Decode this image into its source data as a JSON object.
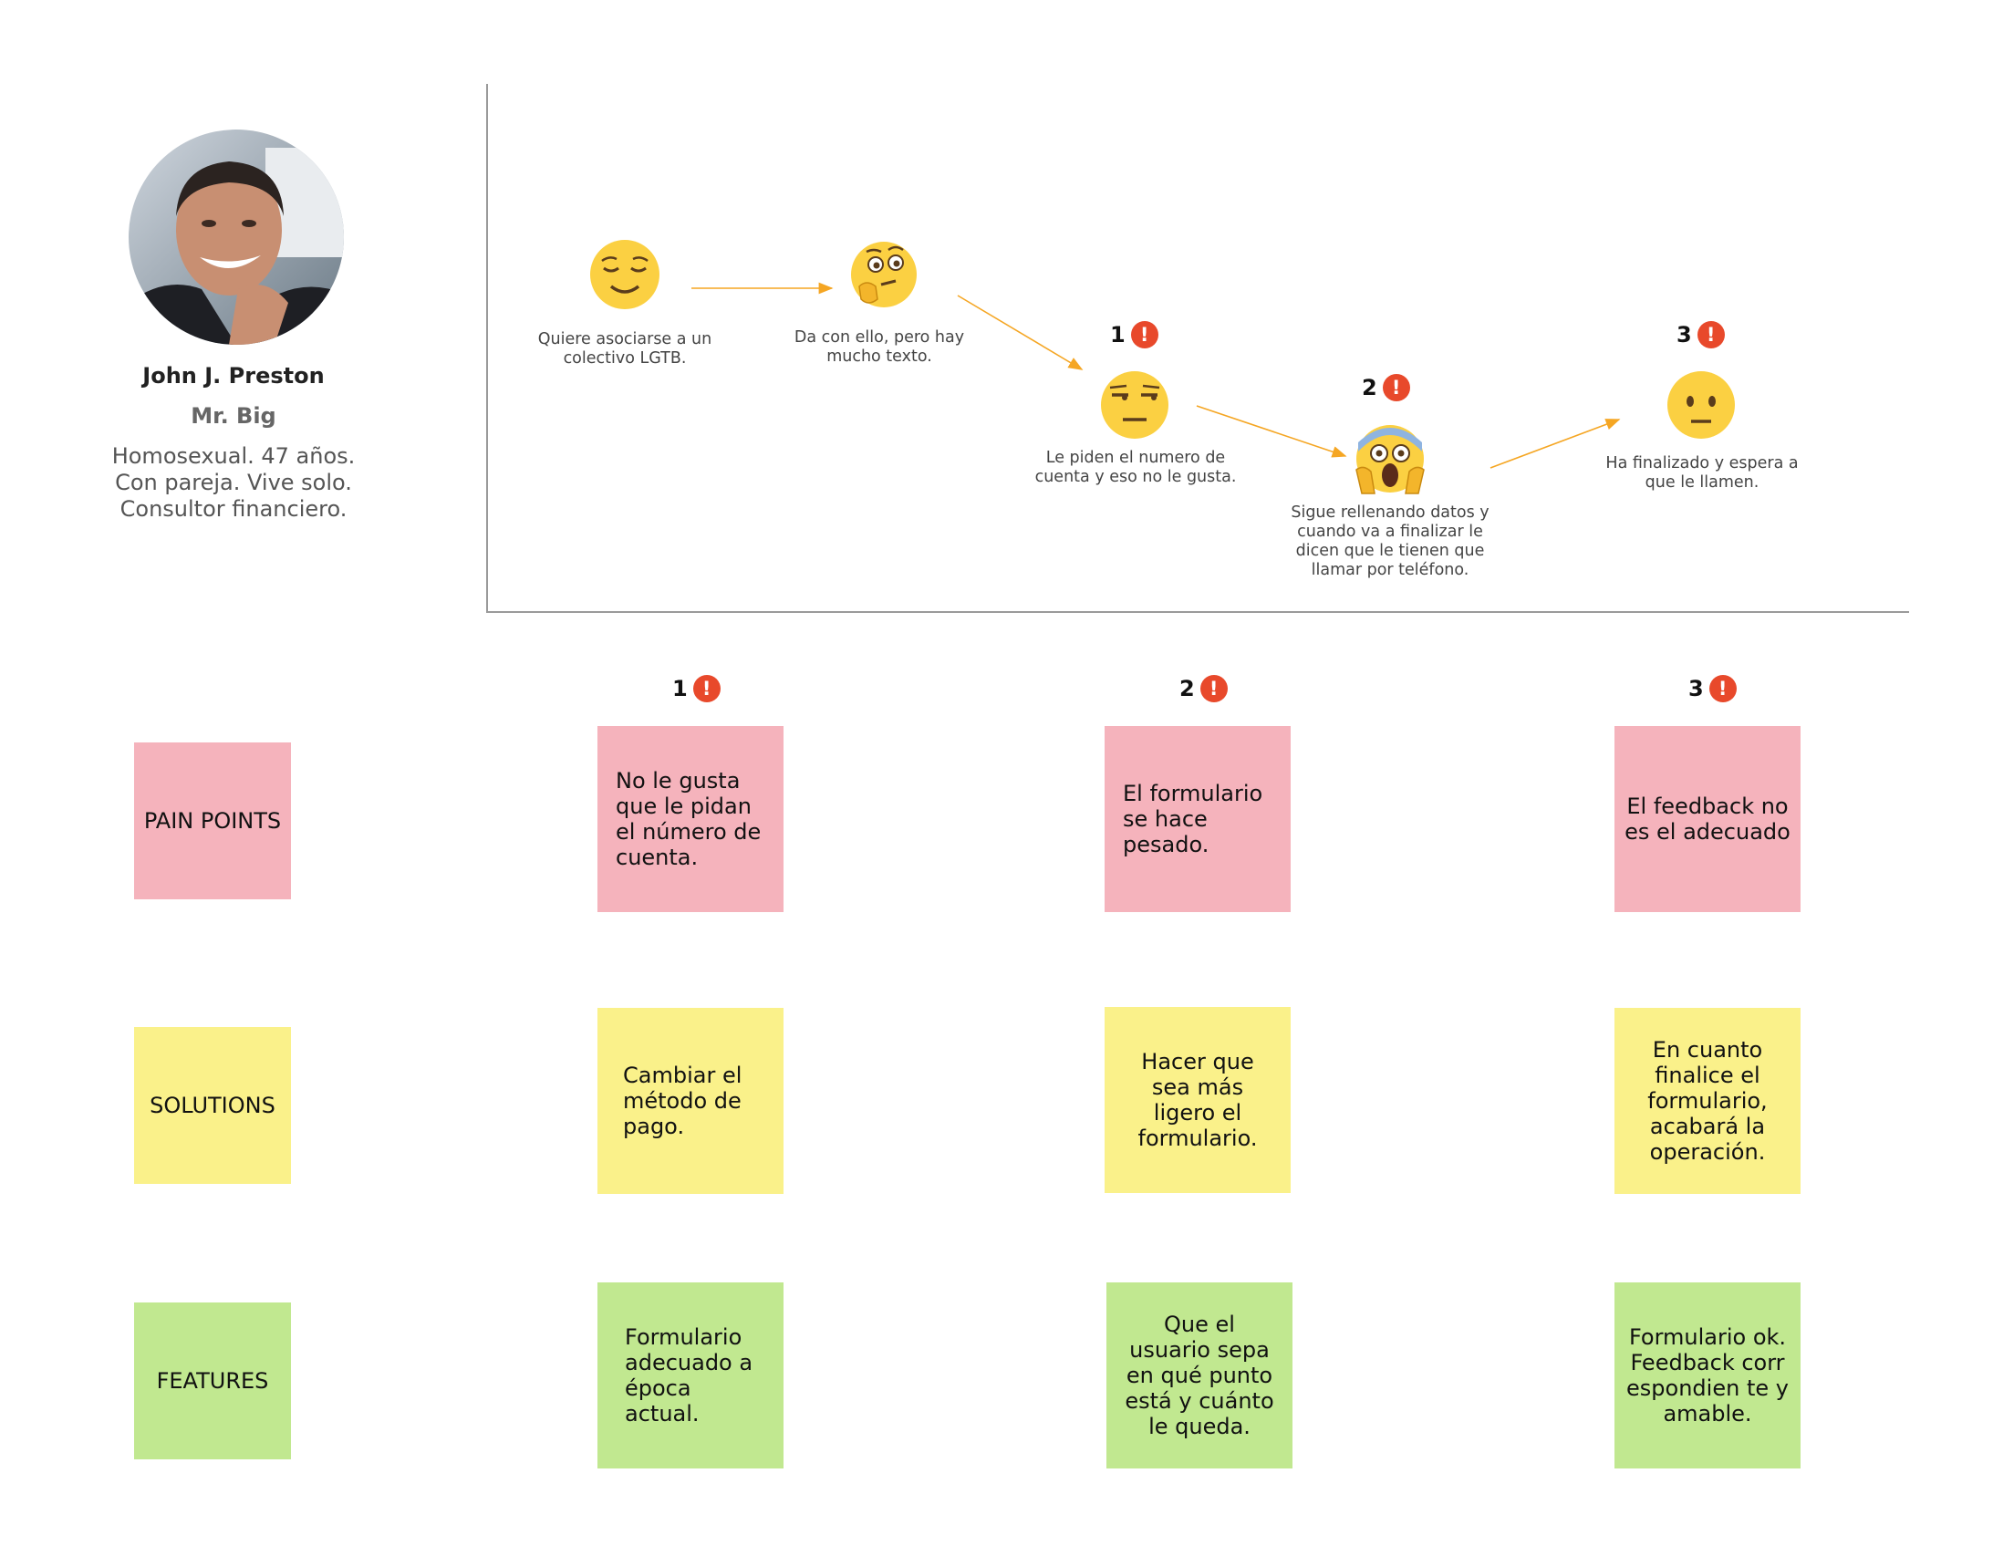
{
  "persona": {
    "name": "John J. Preston",
    "nickname": "Mr. Big",
    "description": [
      "Homosexual. 47 años.",
      "Con pareja. Vive solo.",
      "Consultor financiero."
    ]
  },
  "journey": {
    "steps": [
      {
        "emoji": "relieved-face-icon",
        "text": [
          "Quiere asociarse a un",
          "colectivo LGTB."
        ]
      },
      {
        "emoji": "thinking-face-icon",
        "text": [
          "Da con ello, pero hay",
          "mucho texto."
        ]
      },
      {
        "emoji": "unamused-face-icon",
        "badge": "1",
        "text": [
          "Le piden el numero de",
          "cuenta y eso no le gusta."
        ]
      },
      {
        "emoji": "screaming-face-icon",
        "badge": "2",
        "text": [
          "Sigue rellenando datos y",
          "cuando va a finalizar le",
          "dicen que le tienen que",
          "llamar por teléfono."
        ]
      },
      {
        "emoji": "neutral-face-icon",
        "badge": "3",
        "text": [
          "Ha finalizado y espera a",
          "que le llamen."
        ]
      }
    ]
  },
  "matrix": {
    "column_badges": [
      "1",
      "2",
      "3"
    ],
    "alert_symbol": "!",
    "rows": [
      {
        "label": "PAIN POINTS",
        "color": "#f5b3bc",
        "notes": [
          "No le gusta que le pidan el número de cuenta.",
          "El formulario se hace pesado.",
          "El feedback no es el adecuado"
        ]
      },
      {
        "label": "SOLUTIONS",
        "color": "#faf18a",
        "notes": [
          "Cambiar el método de pago.",
          "Hacer que sea más ligero el formulario.",
          "En cuanto finalice el formulario, acabará la operación."
        ]
      },
      {
        "label": "FEATURES",
        "color": "#c1e890",
        "notes": [
          "Formulario adecuado a época actual.",
          "Que el usuario sepa en qué punto está y cuánto le queda.",
          "Formulario ok. Feedback correspondien te y amable."
        ]
      }
    ]
  },
  "colors": {
    "alert": "#e8492b",
    "arrow": "#f5a623",
    "emoji": "#fbd042"
  }
}
